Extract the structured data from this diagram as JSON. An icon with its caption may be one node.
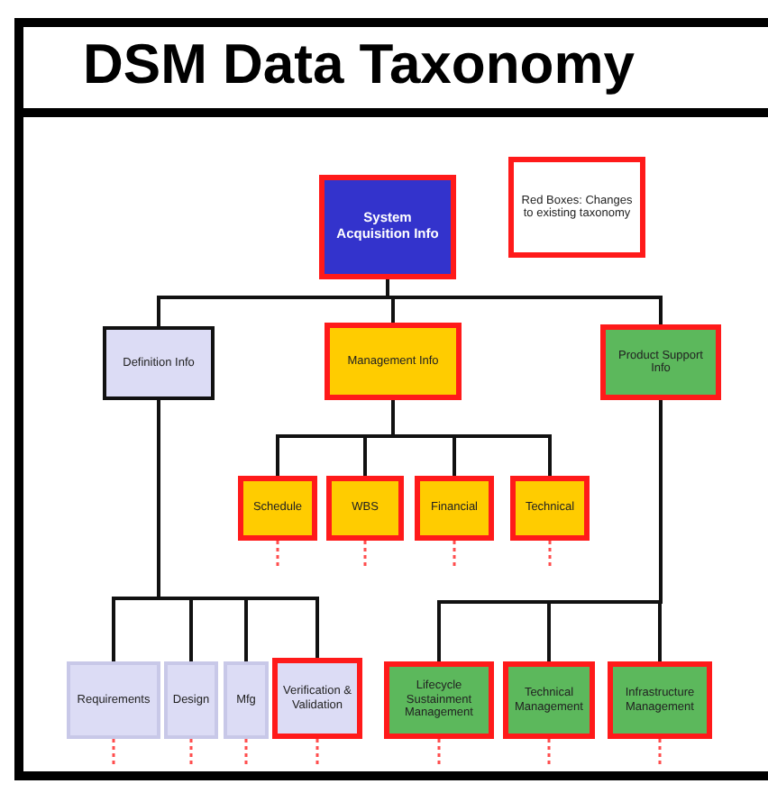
{
  "diagram": {
    "title": "DSM Data Taxonomy",
    "nodes": [
      {
        "text": [
          "System Acquisition Info"
        ]
      },
      {
        "text": [
          "Red Boxes: Changes to existing taxonomy"
        ]
      },
      {
        "text": [
          "Definition Info"
        ]
      },
      {
        "text": [
          "Management Info"
        ]
      },
      {
        "text": [
          "Product Support Info"
        ]
      },
      {
        "text": [
          "Schedule"
        ]
      },
      {
        "text": [
          "WBS"
        ]
      },
      {
        "text": [
          "Financial"
        ]
      },
      {
        "text": [
          "Technical"
        ]
      },
      {
        "text": [
          "Requirements"
        ]
      },
      {
        "text": [
          "Design"
        ]
      },
      {
        "text": [
          "Mfg"
        ]
      },
      {
        "text": [
          "Verification & Validation"
        ]
      },
      {
        "text": [
          "Lifecycle Sustainment Management"
        ]
      },
      {
        "text": [
          "Technical Management"
        ]
      },
      {
        "text": [
          "Infrastructure Management"
        ]
      }
    ],
    "edges": [
      {
        "from": 0,
        "to": 2,
        "arrow": "none"
      },
      {
        "from": 0,
        "to": 3,
        "arrow": "none"
      },
      {
        "from": 0,
        "to": 4,
        "arrow": "none"
      },
      {
        "from": 3,
        "to": 5,
        "arrow": "none"
      },
      {
        "from": 3,
        "to": 6,
        "arrow": "none"
      },
      {
        "from": 3,
        "to": 7,
        "arrow": "none"
      },
      {
        "from": 3,
        "to": 8,
        "arrow": "none"
      },
      {
        "from": 2,
        "to": 9,
        "arrow": "none"
      },
      {
        "from": 2,
        "to": 10,
        "arrow": "none"
      },
      {
        "from": 2,
        "to": 11,
        "arrow": "none"
      },
      {
        "from": 2,
        "to": 12,
        "arrow": "none"
      },
      {
        "from": 4,
        "to": 13,
        "arrow": "none"
      },
      {
        "from": 4,
        "to": 14,
        "arrow": "none"
      },
      {
        "from": 4,
        "to": 15,
        "arrow": "none"
      },
      {
        "from": 5,
        "to": null,
        "arrow": "none",
        "style": "dashed",
        "color": "#ff4d4d"
      },
      {
        "from": 6,
        "to": null,
        "arrow": "none",
        "style": "dashed",
        "color": "#ff4d4d"
      },
      {
        "from": 7,
        "to": null,
        "arrow": "none",
        "style": "dashed",
        "color": "#ff4d4d"
      },
      {
        "from": 8,
        "to": null,
        "arrow": "none",
        "style": "dashed",
        "color": "#ff4d4d"
      },
      {
        "from": 9,
        "to": null,
        "arrow": "none",
        "style": "dashed",
        "color": "#ff4d4d"
      },
      {
        "from": 10,
        "to": null,
        "arrow": "none",
        "style": "dashed",
        "color": "#ff4d4d"
      },
      {
        "from": 11,
        "to": null,
        "arrow": "none",
        "style": "dashed",
        "color": "#ff4d4d"
      },
      {
        "from": 12,
        "to": null,
        "arrow": "none",
        "style": "dashed",
        "color": "#ff4d4d"
      },
      {
        "from": 13,
        "to": null,
        "arrow": "none",
        "style": "dashed",
        "color": "#ff4d4d"
      },
      {
        "from": 14,
        "to": null,
        "arrow": "none",
        "style": "dashed",
        "color": "#ff4d4d"
      },
      {
        "from": 15,
        "to": null,
        "arrow": "none",
        "style": "dashed",
        "color": "#ff4d4d"
      }
    ]
  }
}
